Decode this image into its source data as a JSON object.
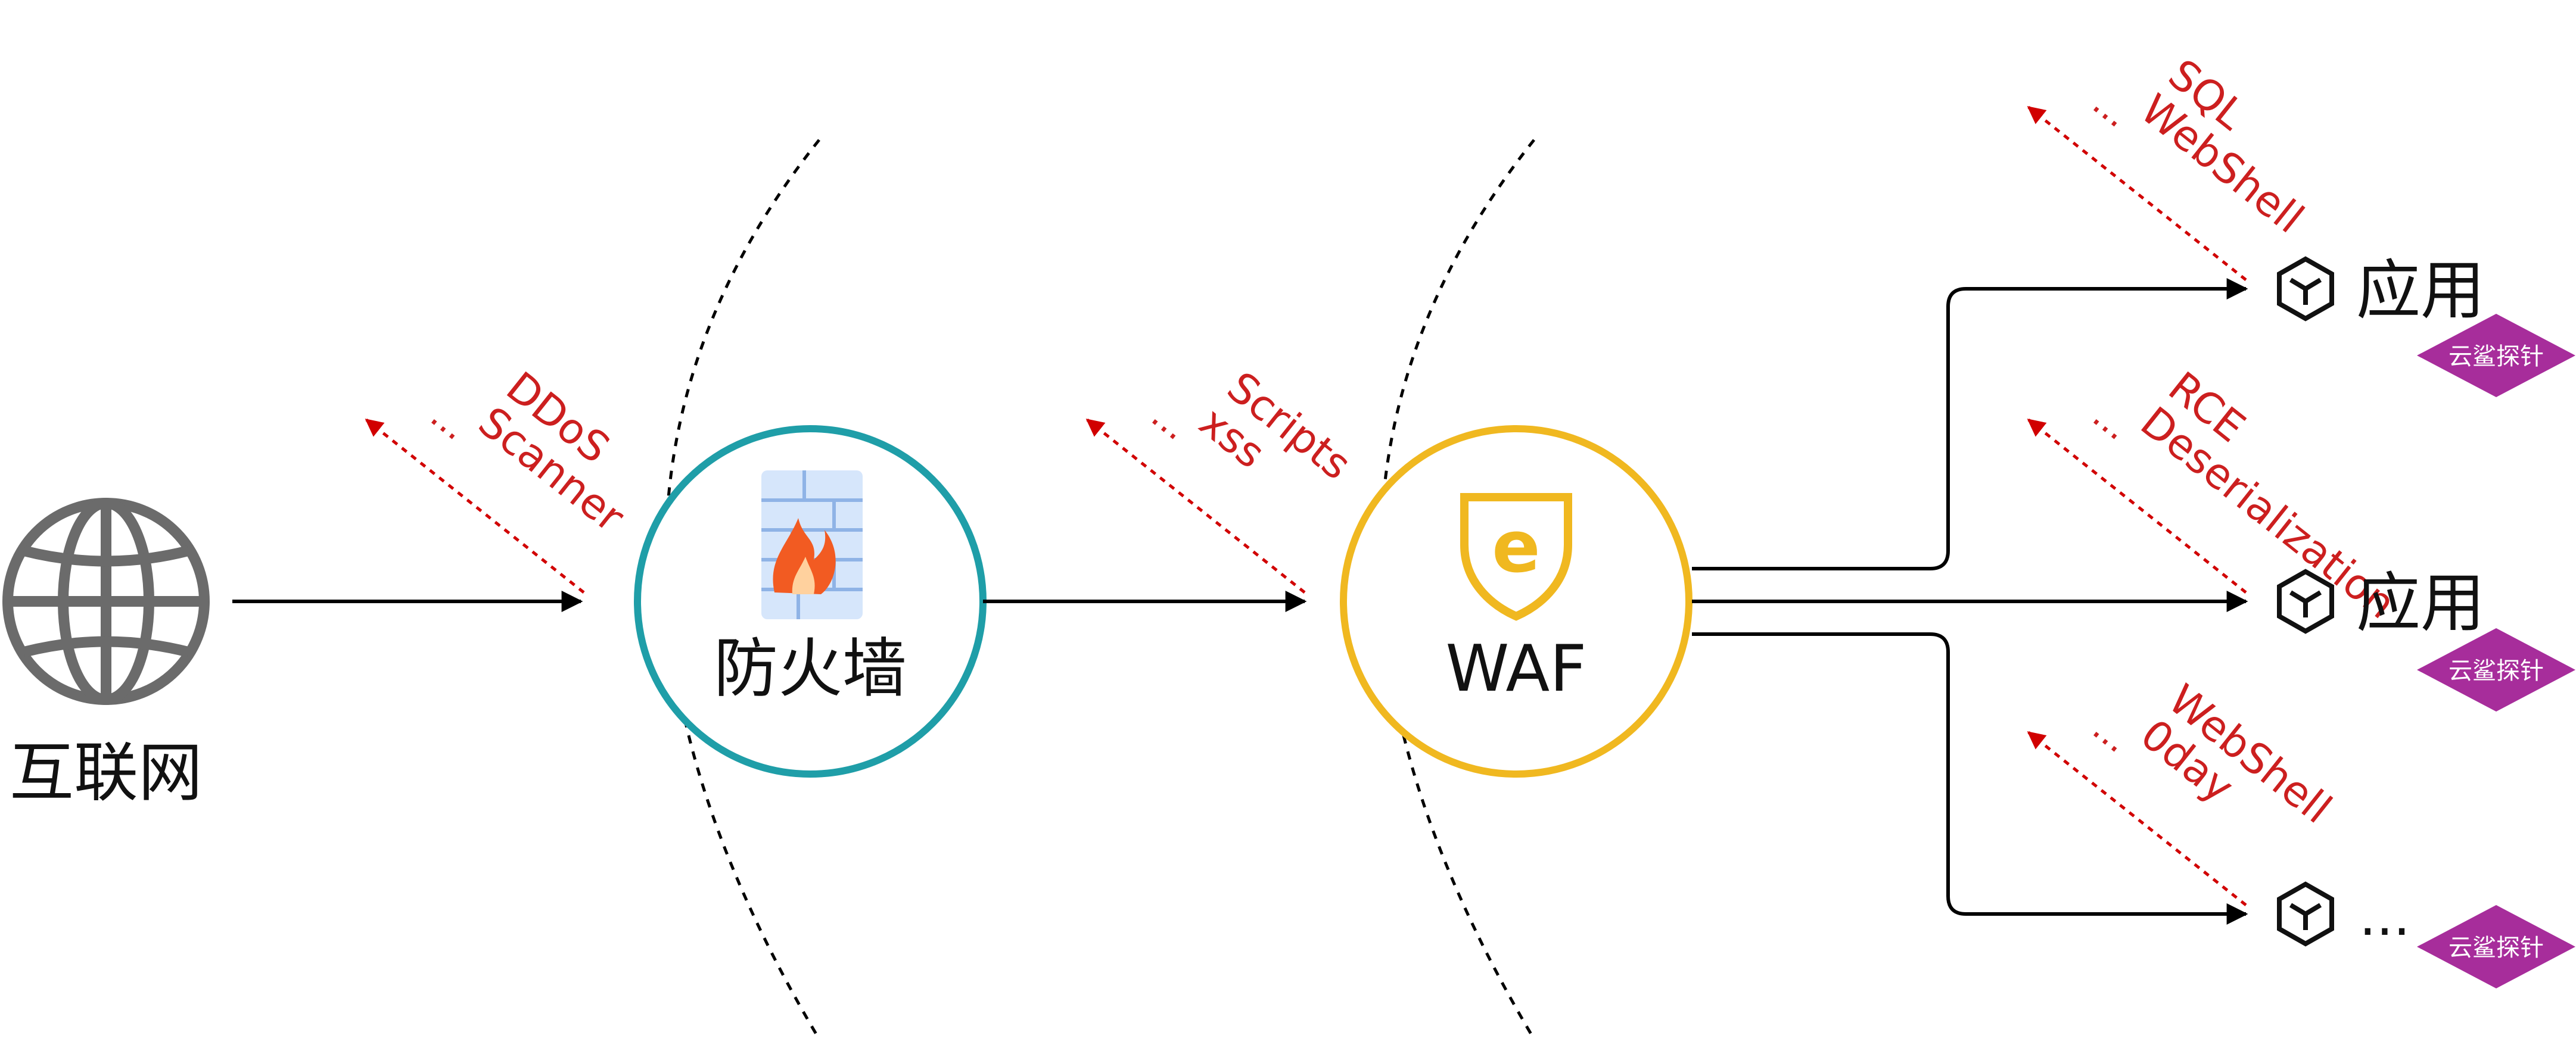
{
  "nodes": {
    "internet": {
      "label": "互联网",
      "icon": "globe-icon"
    },
    "firewall": {
      "label": "防火墙",
      "icon": "firewall-brick-icon"
    },
    "waf": {
      "label": "WAF",
      "icon": "shield-e-icon"
    }
  },
  "threats": {
    "internet": {
      "line1": "DDoS",
      "line2": "Scanner",
      "ellipsis": "..."
    },
    "firewall": {
      "line1": "Scripts",
      "line2": "xss",
      "ellipsis": "..."
    },
    "app1": {
      "line1": "SQL",
      "line2": "WebShell",
      "ellipsis": "..."
    },
    "app2": {
      "line1": "RCE",
      "line2": "Deserialization",
      "ellipsis": "..."
    },
    "app3": {
      "line1": "WebShell",
      "line2": "0day",
      "ellipsis": "..."
    }
  },
  "apps": [
    {
      "label": "应用",
      "badge": "云鲨探针",
      "icon": "cube-icon"
    },
    {
      "label": "应用",
      "badge": "云鲨探针",
      "icon": "cube-icon"
    },
    {
      "label": "...",
      "badge": "云鲨探针",
      "icon": "cube-icon"
    }
  ],
  "colors": {
    "threat": "#cc1f1f",
    "firewall_ring": "#1f9ea8",
    "waf_ring": "#f0b820",
    "badge": "#a72d9b",
    "globe": "#6b6b6b"
  }
}
